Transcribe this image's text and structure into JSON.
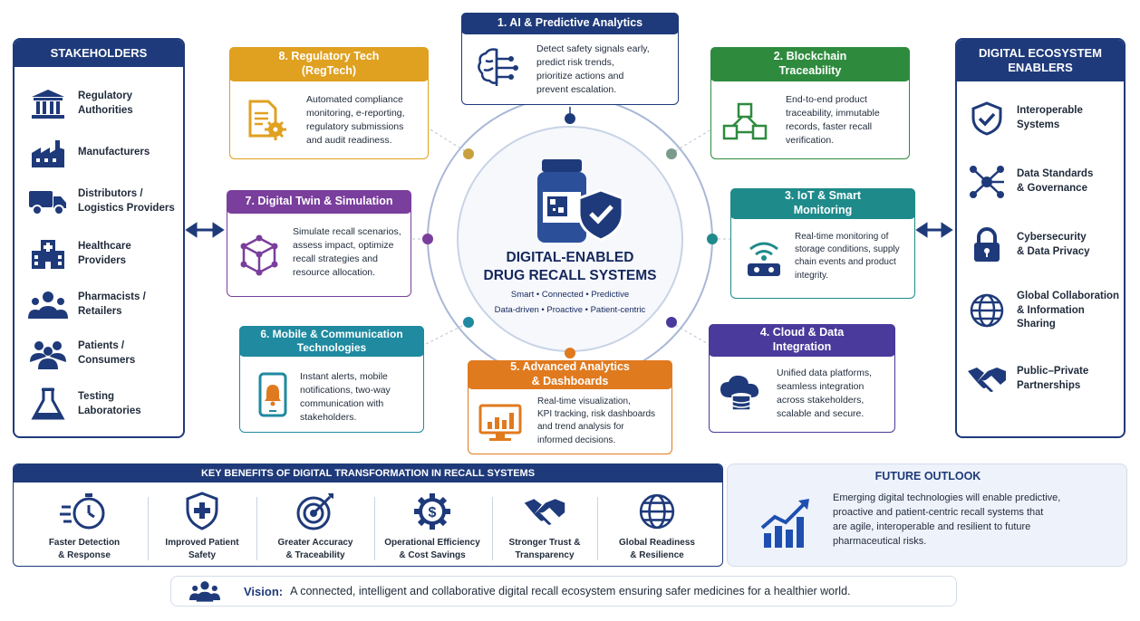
{
  "stakeholders": {
    "title": "STAKEHOLDERS",
    "items": [
      {
        "label": "Regulatory\nAuthorities",
        "icon": "government-building-icon"
      },
      {
        "label": "Manufacturers",
        "icon": "factory-icon"
      },
      {
        "label": "Distributors /\nLogistics Providers",
        "icon": "truck-icon"
      },
      {
        "label": "Healthcare\nProviders",
        "icon": "hospital-icon"
      },
      {
        "label": "Pharmacists /\nRetailers",
        "icon": "people-icon"
      },
      {
        "label": "Patients /\nConsumers",
        "icon": "group-icon"
      },
      {
        "label": "Testing\nLaboratories",
        "icon": "flask-icon"
      }
    ]
  },
  "enablers": {
    "title": "DIGITAL ECOSYSTEM\nENABLERS",
    "items": [
      {
        "label": "Interoperable\nSystems",
        "icon": "shield-check-icon"
      },
      {
        "label": "Data Standards\n& Governance",
        "icon": "network-icon"
      },
      {
        "label": "Cybersecurity\n& Data Privacy",
        "icon": "lock-icon"
      },
      {
        "label": "Global Collaboration\n& Information\nSharing",
        "icon": "globe-icon"
      },
      {
        "label": "Public–Private\nPartnerships",
        "icon": "handshake-icon"
      }
    ]
  },
  "cards": [
    {
      "id": "ai",
      "title": "1. AI & Predictive Analytics",
      "body": "Detect safety signals early,\npredict risk trends,\nprioritize actions and\nprevent escalation.",
      "color": "#1e3a7a",
      "icon": "brain-circuit-icon"
    },
    {
      "id": "blockchain",
      "title": "2. Blockchain\nTraceability",
      "body": "End-to-end product\ntraceability, immutable\nrecords, faster recall\nverification.",
      "color": "#2e8b3e",
      "icon": "blockchain-cubes-icon"
    },
    {
      "id": "iot",
      "title": "3. IoT & Smart\nMonitoring",
      "body": "Real-time monitoring of\nstorage conditions, supply\nchain events and product\nintegrity.",
      "color": "#1f8a8a",
      "icon": "sensor-wifi-icon"
    },
    {
      "id": "cloud",
      "title": "4. Cloud & Data\nIntegration",
      "body": "Unified data platforms,\nseamless integration\nacross stakeholders,\nscalable and secure.",
      "color": "#4a3a9c",
      "icon": "cloud-database-icon"
    },
    {
      "id": "analytics",
      "title": "5. Advanced Analytics\n& Dashboards",
      "body": "Real-time visualization,\nKPI tracking, risk dashboards\nand trend analysis for\ninformed decisions.",
      "color": "#e07a1f",
      "icon": "dashboard-icon"
    },
    {
      "id": "mobile",
      "title": "6. Mobile & Communication\nTechnologies",
      "body": "Instant alerts, mobile\nnotifications, two-way\ncommunication with\nstakeholders.",
      "color": "#1f8aa0",
      "icon": "mobile-alert-icon"
    },
    {
      "id": "twin",
      "title": "7. Digital Twin & Simulation",
      "body": "Simulate recall scenarios,\nassess impact, optimize\nrecall strategies and\nresource allocation.",
      "color": "#7a3e9c",
      "icon": "cube-network-icon"
    },
    {
      "id": "regtech",
      "title": "8. Regulatory Tech\n(RegTech)",
      "body": "Automated compliance\nmonitoring, e-reporting,\nregulatory submissions\nand audit readiness.",
      "color": "#e0a020",
      "icon": "document-gear-icon"
    }
  ],
  "center": {
    "title": "DIGITAL-ENABLED\nDRUG RECALL SYSTEMS",
    "line1": "Smart  •  Connected  •  Predictive",
    "line2": "Data-driven  •  Proactive  •  Patient-centric"
  },
  "benefits": {
    "title": "KEY BENEFITS OF DIGITAL TRANSFORMATION IN RECALL SYSTEMS",
    "items": [
      {
        "label": "Faster Detection\n& Response",
        "icon": "stopwatch-icon"
      },
      {
        "label": "Improved Patient\nSafety",
        "icon": "shield-cross-icon"
      },
      {
        "label": "Greater Accuracy\n& Traceability",
        "icon": "target-icon"
      },
      {
        "label": "Operational Efficiency\n& Cost Savings",
        "icon": "dollar-gear-icon"
      },
      {
        "label": "Stronger Trust &\nTransparency",
        "icon": "handshake-icon"
      },
      {
        "label": "Global Readiness\n& Resilience",
        "icon": "globe-icon"
      }
    ]
  },
  "outlook": {
    "title": "FUTURE OUTLOOK",
    "body": "Emerging digital technologies will enable predictive,\nproactive and patient-centric recall systems that\nare agile, interoperable and resilient to future\npharmaceutical risks.",
    "icon": "growth-chart-icon"
  },
  "vision": {
    "label": "Vision:",
    "text": "A connected, intelligent and collaborative digital recall ecosystem ensuring safer medicines for a healthier world.",
    "icon": "people-icon"
  },
  "colors": {
    "navy": "#1e3a7a",
    "ring": "#a9b8d6"
  }
}
